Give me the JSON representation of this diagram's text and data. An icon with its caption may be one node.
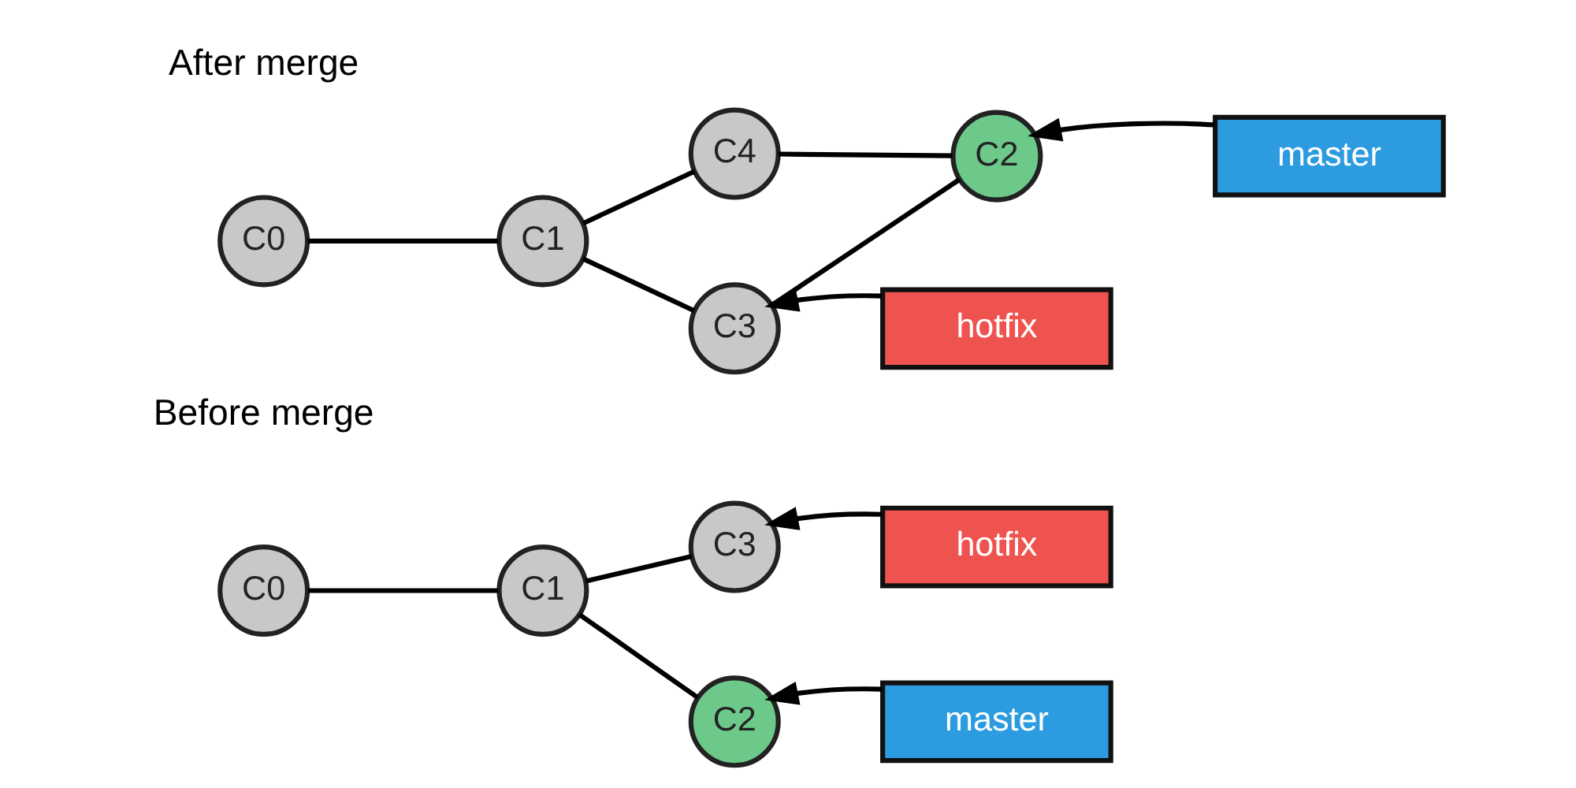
{
  "diagram": {
    "nodes": [
      {
        "text": [
          "C0"
        ]
      },
      {
        "text": [
          "C1"
        ]
      },
      {
        "text": [
          "C3"
        ]
      },
      {
        "text": [
          "C2"
        ]
      },
      {
        "text": [
          "hotfix"
        ]
      },
      {
        "text": [
          "master"
        ]
      },
      {
        "text": [
          "C0"
        ]
      },
      {
        "text": [
          "C1"
        ]
      },
      {
        "text": [
          "C3"
        ]
      },
      {
        "text": [
          "C4"
        ]
      },
      {
        "text": [
          "C2"
        ]
      },
      {
        "text": [
          "hotfix"
        ]
      },
      {
        "text": [
          "master"
        ]
      }
    ],
    "edges": [
      {
        "from": 0,
        "to": 1,
        "arrow": "none"
      },
      {
        "from": 1,
        "to": 2,
        "arrow": "none"
      },
      {
        "from": 1,
        "to": 3,
        "arrow": "none"
      },
      {
        "from": 4,
        "to": 2,
        "arrow": "to"
      },
      {
        "from": 5,
        "to": 3,
        "arrow": "to"
      },
      {
        "from": 6,
        "to": 7,
        "arrow": "none"
      },
      {
        "from": 7,
        "to": 8,
        "arrow": "none"
      },
      {
        "from": 7,
        "to": 9,
        "arrow": "none"
      },
      {
        "from": 8,
        "to": 10,
        "arrow": "none"
      },
      {
        "from": 9,
        "to": 10,
        "arrow": "none"
      },
      {
        "from": 11,
        "to": 8,
        "arrow": "to"
      },
      {
        "from": 12,
        "to": 10,
        "arrow": "to"
      }
    ],
    "labels": [
      "Before merge",
      "After merge"
    ]
  }
}
